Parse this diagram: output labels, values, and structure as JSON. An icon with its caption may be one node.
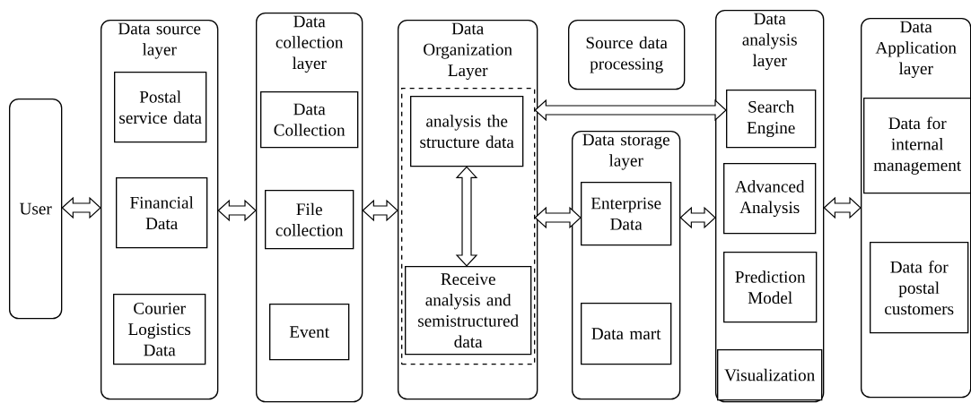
{
  "diagram": {
    "nodes": [
      {
        "text": [
          "User"
        ]
      },
      {
        "text": [
          "Data source layer"
        ]
      },
      {
        "text": [
          "Postal service data"
        ],
        "in": 1
      },
      {
        "text": [
          "Financial Data"
        ],
        "in": 1
      },
      {
        "text": [
          "Courier Logistics Data"
        ],
        "in": 1
      },
      {
        "text": [
          "Data collection layer"
        ]
      },
      {
        "text": [
          "Data Collection"
        ],
        "in": 5
      },
      {
        "text": [
          "File collection"
        ],
        "in": 5
      },
      {
        "text": [
          "Event"
        ],
        "in": 5
      },
      {
        "text": [
          "Data Organization Layer"
        ]
      },
      {
        "text": [],
        "shape": "box",
        "in": 9
      },
      {
        "text": [
          "analysis the structure data"
        ],
        "in": 10
      },
      {
        "text": [
          "Receive analysis and semistructured data"
        ],
        "in": 10
      },
      {
        "text": [
          "Source data processing"
        ]
      },
      {
        "text": [
          "Data storage layer"
        ]
      },
      {
        "text": [
          "Enterprise Data"
        ],
        "in": 14
      },
      {
        "text": [
          "Data mart"
        ],
        "in": 14
      },
      {
        "text": [
          "Data analysis layer"
        ]
      },
      {
        "text": [
          "Search Engine"
        ],
        "in": 17
      },
      {
        "text": [
          "Advanced Analysis"
        ],
        "in": 17
      },
      {
        "text": [
          "Prediction Model"
        ],
        "in": 17
      },
      {
        "text": [
          "Visualization"
        ],
        "in": 17
      },
      {
        "text": [
          "Data Application layer"
        ]
      },
      {
        "text": [
          "Data for internal management"
        ],
        "in": 22
      },
      {
        "text": [
          "Data for postal customers"
        ],
        "in": 22
      }
    ],
    "edges": [
      {
        "from": 0,
        "to": 1,
        "arrow": "both"
      },
      {
        "from": 1,
        "to": 5,
        "arrow": "both"
      },
      {
        "from": 5,
        "to": 9,
        "arrow": "both"
      },
      {
        "from": 11,
        "to": 12,
        "arrow": "both"
      },
      {
        "from": 10,
        "to": 18,
        "arrow": "both"
      },
      {
        "from": 10,
        "to": 15,
        "arrow": "both"
      },
      {
        "from": 14,
        "to": 17,
        "arrow": "both"
      },
      {
        "from": 17,
        "to": 22,
        "arrow": "both"
      }
    ]
  }
}
